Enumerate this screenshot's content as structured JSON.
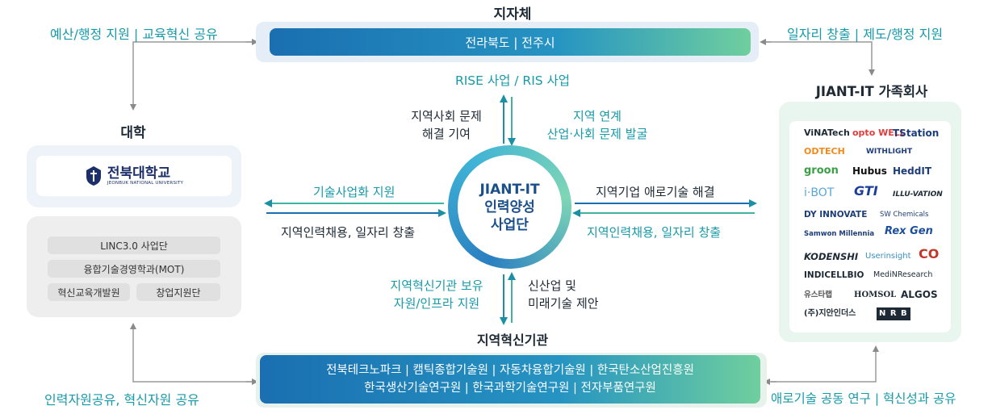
{
  "government": {
    "title": "지자체",
    "bar": "전라북도  |  전주시",
    "left_caption": "예산/행정 지원 | 교육혁신 공유",
    "right_caption": "일자리 창출 | 제도/행정 지원",
    "below": "RISE 사업 / RIS 사업"
  },
  "university": {
    "title": "대학",
    "logo_name": "전북대학교",
    "logo_en": "JEONBUK NATIONAL UNIVERSITY",
    "units": [
      "LINC3.0 사업단",
      "융합기술경영학과(MOT)",
      "혁신교육개발원",
      "창업지원단"
    ],
    "bottom_caption": "인력자원공유, 혁신자원 공유"
  },
  "center": {
    "line1": "JIANT-IT",
    "line2": "인력양성",
    "line3": "사업단"
  },
  "flows": {
    "up_left": [
      "지역사회 문제",
      "해결 기여"
    ],
    "up_right": [
      "지역 연계",
      "산업·사회 문제 발굴"
    ],
    "left_top": "기술사업화 지원",
    "left_bottom": "지역인력채용, 일자리 창출",
    "right_top": "지역기업 애로기술 해결",
    "right_bottom": "지역인력채용, 일자리 창출",
    "down_left": [
      "지역혁신기관 보유",
      "자원/인프라 지원"
    ],
    "down_right": [
      "신산업 및",
      "미래기술 제안"
    ]
  },
  "institutions": {
    "title": "지역혁신기관",
    "line1": "전북테크노파크 | 캠틱종합기술원 | 자동차융합기술원 | 한국탄소산업진흥원",
    "line2": "한국생산기술연구원 | 한국과학기술연구원 | 전자부품연구원",
    "right_caption": "애로기술 공동 연구 | 혁신성과 공유"
  },
  "companies": {
    "title": "JIANT-IT 가족회사",
    "logos": [
      {
        "text": "ViNATech",
        "color": "#1d2a36",
        "icon": "vinatech-logo-icon"
      },
      {
        "text": "opto WELL",
        "color": "#e23b3b",
        "icon": "optowell-logo-icon"
      },
      {
        "text": "TStation",
        "color": "#1d3d7a",
        "icon": "tstation-logo-icon"
      },
      {
        "text": "ODTECH",
        "color": "#f08a1c",
        "icon": "odtech-logo-icon"
      },
      {
        "text": "WITHLIGHT",
        "color": "#1d3d7a",
        "icon": "withlight-logo-icon"
      },
      {
        "text": "groon",
        "color": "#3aa046",
        "icon": "groon-logo-icon"
      },
      {
        "text": "Hubus",
        "color": "#111111",
        "icon": "hubus-logo-icon"
      },
      {
        "text": "HeddIT",
        "color": "#1d3d7a",
        "icon": "heddit-logo-icon"
      },
      {
        "text": "i·BOT",
        "color": "#5aa6d6",
        "icon": "ibot-logo-icon"
      },
      {
        "text": "GTI",
        "color": "#1d3d9a",
        "icon": "gti-logo-icon"
      },
      {
        "text": "ILLU-VATION",
        "color": "#1d2a36",
        "icon": "illuvation-logo-icon"
      },
      {
        "text": "DY INNOVATE",
        "color": "#1d3d7a",
        "icon": "dyinnovate-logo-icon"
      },
      {
        "text": "SW Chemicals",
        "color": "#1d3d7a",
        "icon": "swchemicals-logo-icon"
      },
      {
        "text": "Samwon Millennia",
        "color": "#1d3d7a",
        "icon": "samwon-logo-icon"
      },
      {
        "text": "Rex Gen",
        "color": "#1d4f9a",
        "icon": "rexgen-logo-icon"
      },
      {
        "text": "KODENSHI",
        "color": "#1d2a36",
        "icon": "kodenshi-logo-icon"
      },
      {
        "text": "Userinsight",
        "color": "#3a8fc0",
        "icon": "userinsight-logo-icon"
      },
      {
        "text": "CO",
        "color": "#c0392b",
        "icon": "co-logo-icon"
      },
      {
        "text": "INDICELLBIO",
        "color": "#1d2a36",
        "icon": "indicellbio-logo-icon"
      },
      {
        "text": "MediNResearch",
        "color": "#1d2a36",
        "icon": "medinresearch-logo-icon"
      },
      {
        "text": "유스타랩",
        "color": "#555555",
        "icon": "ustarlab-logo-icon"
      },
      {
        "text": "HOMSOL",
        "color": "#1d2a36",
        "icon": "homsol-logo-icon"
      },
      {
        "text": "ALGOS",
        "color": "#1d2a36",
        "icon": "algos-logo-icon"
      },
      {
        "text": "(주)지안인더스",
        "color": "#1d2a36",
        "icon": "jian-logo-icon"
      },
      {
        "text": "N R B",
        "color": "#1d2a36",
        "icon": "nrb-logo-icon"
      }
    ]
  }
}
